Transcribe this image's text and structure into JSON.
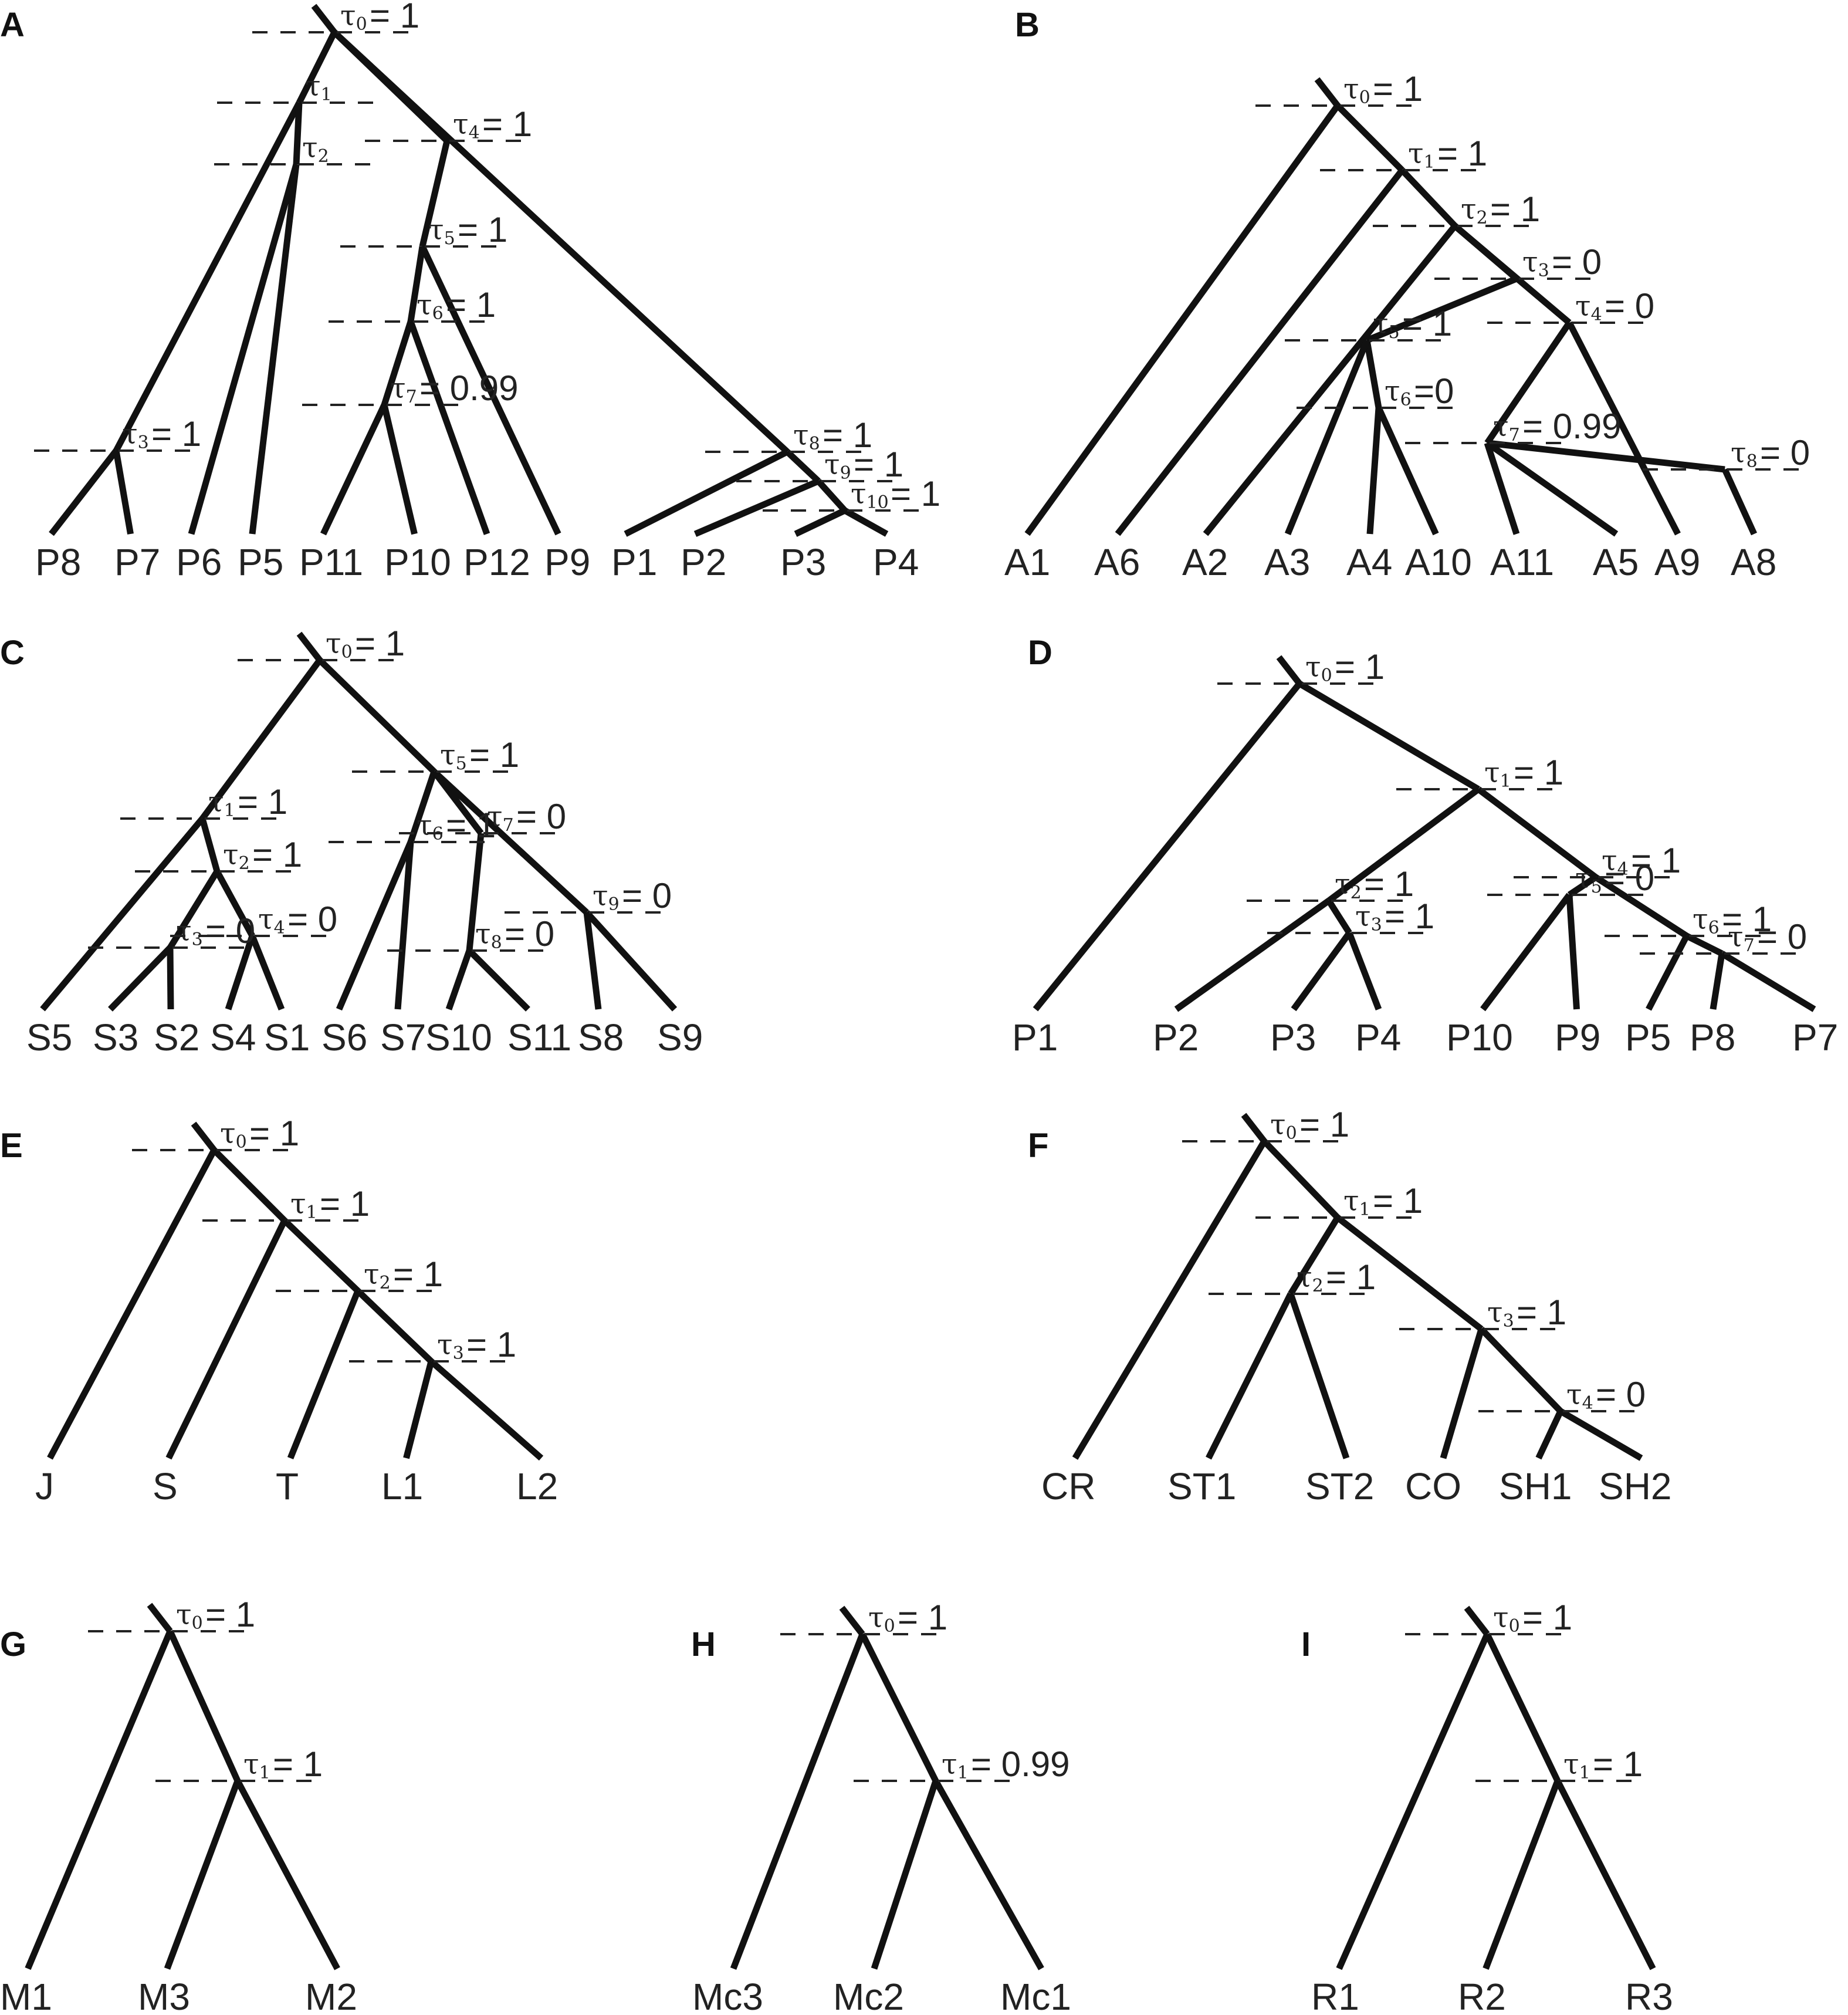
{
  "panels": [
    {
      "letter": "A",
      "tips": [
        "P8",
        "P7",
        "P6",
        "P5",
        "P11",
        "P10",
        "P12",
        "P9",
        "P1",
        "P2",
        "P3",
        "P4"
      ],
      "nodes": [
        {
          "tau": "0",
          "value": "= 1"
        },
        {
          "tau": "1",
          "value": ""
        },
        {
          "tau": "2",
          "value": ""
        },
        {
          "tau": "3",
          "value": "= 1"
        },
        {
          "tau": "4",
          "value": "= 1"
        },
        {
          "tau": "5",
          "value": "= 1"
        },
        {
          "tau": "6",
          "value": "= 1"
        },
        {
          "tau": "7",
          "value": "= 0.99"
        },
        {
          "tau": "8",
          "value": "= 1"
        },
        {
          "tau": "9",
          "value": "= 1"
        },
        {
          "tau": "10",
          "value": "= 1"
        }
      ]
    },
    {
      "letter": "B",
      "tips": [
        "A1",
        "A6",
        "A2",
        "A3",
        "A4",
        "A10",
        "A11",
        "A5",
        "A9",
        "A8"
      ],
      "nodes": [
        {
          "tau": "0",
          "value": "= 1"
        },
        {
          "tau": "1",
          "value": "= 1"
        },
        {
          "tau": "2",
          "value": "= 1"
        },
        {
          "tau": "3",
          "value": "= 0"
        },
        {
          "tau": "4",
          "value": "= 0"
        },
        {
          "tau": "5",
          "value": "= 1"
        },
        {
          "tau": "6",
          "value": "=0"
        },
        {
          "tau": "7",
          "value": "= 0.99"
        },
        {
          "tau": "8",
          "value": "= 0"
        }
      ]
    },
    {
      "letter": "C",
      "tips": [
        "S5",
        "S3",
        "S2",
        "S4",
        "S1",
        "S6",
        "S7",
        "S10",
        "S11",
        "S8",
        "S9"
      ],
      "nodes": [
        {
          "tau": "0",
          "value": "= 1"
        },
        {
          "tau": "1",
          "value": "= 1"
        },
        {
          "tau": "2",
          "value": "= 1"
        },
        {
          "tau": "3",
          "value": "= 0"
        },
        {
          "tau": "4",
          "value": "= 0"
        },
        {
          "tau": "5",
          "value": "= 1"
        },
        {
          "tau": "6",
          "value": "= 1"
        },
        {
          "tau": "7",
          "value": "= 0"
        },
        {
          "tau": "8",
          "value": "= 0"
        },
        {
          "tau": "9",
          "value": "= 0"
        }
      ]
    },
    {
      "letter": "D",
      "tips": [
        "P1",
        "P2",
        "P3",
        "P4",
        "P10",
        "P9",
        "P5",
        "P8",
        "P7"
      ],
      "nodes": [
        {
          "tau": "0",
          "value": "= 1"
        },
        {
          "tau": "1",
          "value": "= 1"
        },
        {
          "tau": "2",
          "value": "= 1"
        },
        {
          "tau": "3",
          "value": "= 1"
        },
        {
          "tau": "4",
          "value": "= 1"
        },
        {
          "tau": "5",
          "value": "= 0"
        },
        {
          "tau": "6",
          "value": "= 1"
        },
        {
          "tau": "7",
          "value": "= 0"
        }
      ]
    },
    {
      "letter": "E",
      "tips": [
        "J",
        "S",
        "T",
        "L1",
        "L2"
      ],
      "nodes": [
        {
          "tau": "0",
          "value": "= 1"
        },
        {
          "tau": "1",
          "value": "= 1"
        },
        {
          "tau": "2",
          "value": "= 1"
        },
        {
          "tau": "3",
          "value": "= 1"
        }
      ]
    },
    {
      "letter": "F",
      "tips": [
        "CR",
        "ST1",
        "ST2",
        "CO",
        "SH1",
        "SH2"
      ],
      "nodes": [
        {
          "tau": "0",
          "value": "= 1"
        },
        {
          "tau": "1",
          "value": "= 1"
        },
        {
          "tau": "2",
          "value": "= 1"
        },
        {
          "tau": "3",
          "value": "= 1"
        },
        {
          "tau": "4",
          "value": "= 0"
        }
      ]
    },
    {
      "letter": "G",
      "tips": [
        "M1",
        "M3",
        "M2"
      ],
      "nodes": [
        {
          "tau": "0",
          "value": "= 1"
        },
        {
          "tau": "1",
          "value": "= 1"
        }
      ]
    },
    {
      "letter": "H",
      "tips": [
        "Mc3",
        "Mc2",
        "Mc1"
      ],
      "nodes": [
        {
          "tau": "0",
          "value": "= 1"
        },
        {
          "tau": "1",
          "value": "= 0.99"
        }
      ]
    },
    {
      "letter": "I",
      "tips": [
        "R1",
        "R2",
        "R3"
      ],
      "nodes": [
        {
          "tau": "0",
          "value": "= 1"
        },
        {
          "tau": "1",
          "value": "= 1"
        }
      ]
    }
  ]
}
